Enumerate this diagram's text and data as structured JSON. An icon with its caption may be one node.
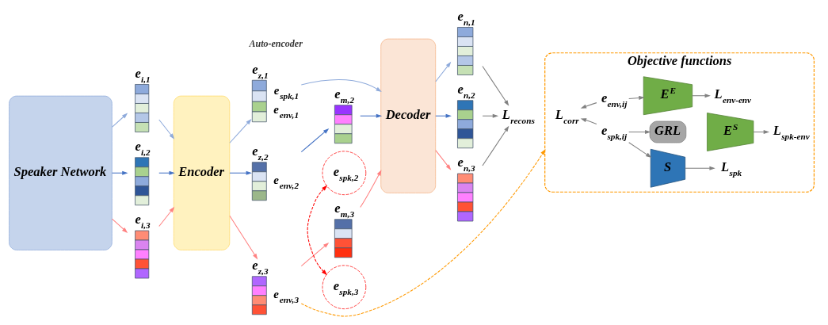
{
  "diagram": {
    "nodes": [
      {
        "text": [
          "Speaker Network"
        ]
      },
      {
        "text": [
          "e$_{i,1}$"
        ]
      },
      {
        "text": [
          "e$_{i,2}$"
        ]
      },
      {
        "text": [
          "e$_{i,3}$"
        ]
      },
      {
        "text": [
          "Encoder"
        ]
      },
      {
        "text": [
          "e$_{z,1}$"
        ],
        "beside": [
          "e$_{spk,1}$",
          "e$_{env,1}$"
        ]
      },
      {
        "text": [
          "e$_{z,2}$"
        ],
        "beside": [
          "e$_{env,2}$"
        ]
      },
      {
        "text": [
          "e$_{z,3}$"
        ],
        "beside": [
          "e$_{env,3}$"
        ]
      },
      {
        "text": [
          "e$_{spk,2}$"
        ]
      },
      {
        "text": [
          "e$_{spk,3}$"
        ]
      },
      {
        "text": [
          "e$_{m,2}$"
        ]
      },
      {
        "text": [
          "e$_{m,3}$"
        ]
      },
      {
        "text": [
          "Decoder"
        ]
      },
      {
        "text": [
          "e$_{n,1}$"
        ]
      },
      {
        "text": [
          "e$_{n,2}$"
        ]
      },
      {
        "text": [
          "e$_{n,3}$"
        ]
      },
      {
        "text": [
          "L$_{recons}$"
        ]
      },
      {
        "text": [
          "Objective functions"
        ]
      },
      {
        "text": [
          "e$_{spk,ij}$"
        ],
        "in": 17
      },
      {
        "text": [
          "e$_{env,ij}$"
        ],
        "in": 17
      },
      {
        "text": [
          "L$_{corr}$"
        ],
        "in": 17
      },
      {
        "text": [
          "GRL"
        ],
        "in": 17
      },
      {
        "text": [
          "S"
        ],
        "in": 17
      },
      {
        "text": [
          "E$^{S}$"
        ],
        "in": 17
      },
      {
        "text": [
          "E$^{E}$"
        ],
        "in": 17
      },
      {
        "text": [
          "L$_{spk}$"
        ],
        "in": 17
      },
      {
        "text": [
          "L$_{spk-env}$"
        ],
        "in": 17
      },
      {
        "text": [
          "L$_{env-env}$"
        ],
        "in": 17
      }
    ],
    "edges": [
      {
        "from": 0,
        "to": 1,
        "arrow": "to",
        "color": "#8eaadb"
      },
      {
        "from": 0,
        "to": 2,
        "arrow": "to",
        "color": "#4472c4"
      },
      {
        "from": 0,
        "to": 3,
        "arrow": "to",
        "color": "#ff8080"
      },
      {
        "from": 1,
        "to": 4,
        "arrow": "to",
        "color": "#8eaadb"
      },
      {
        "from": 2,
        "to": 4,
        "arrow": "to",
        "color": "#4472c4"
      },
      {
        "from": 3,
        "to": 4,
        "arrow": "to",
        "color": "#ff8080"
      },
      {
        "from": 4,
        "to": 5,
        "arrow": "to",
        "color": "#8eaadb"
      },
      {
        "from": 4,
        "to": 6,
        "arrow": "to",
        "color": "#4472c4"
      },
      {
        "from": 4,
        "to": 7,
        "arrow": "to",
        "color": "#ff8080"
      },
      {
        "from": 8,
        "to": 9,
        "arrow": "both",
        "style": "dashed",
        "color": "#ff0000"
      },
      {
        "from": 5,
        "to": 12,
        "arrow": "to",
        "color": "#8eaadb"
      },
      {
        "from": 6,
        "to": 10,
        "arrow": "to",
        "color": "#4472c4"
      },
      {
        "from": 10,
        "to": 12,
        "arrow": "to",
        "color": "#4472c4"
      },
      {
        "from": 7,
        "to": 11,
        "arrow": "to",
        "color": "#ff8080"
      },
      {
        "from": 11,
        "to": 12,
        "arrow": "to",
        "color": "#ff8080"
      },
      {
        "from": 12,
        "to": 13,
        "arrow": "to",
        "color": "#8eaadb"
      },
      {
        "from": 12,
        "to": 14,
        "arrow": "to",
        "color": "#4472c4"
      },
      {
        "from": 12,
        "to": 15,
        "arrow": "to",
        "color": "#ff8080"
      },
      {
        "from": 13,
        "to": 16,
        "arrow": "to",
        "color": "#808080"
      },
      {
        "from": 14,
        "to": 16,
        "arrow": "to",
        "color": "#808080"
      },
      {
        "from": 15,
        "to": 16,
        "arrow": "to",
        "color": "#808080"
      },
      {
        "from": 7,
        "to": 17,
        "arrow": "to",
        "style": "dashed",
        "color": "#ff9900"
      },
      {
        "from": 18,
        "to": 22,
        "arrow": "to",
        "color": "#808080"
      },
      {
        "from": 18,
        "to": 21,
        "arrow": "to",
        "color": "#808080"
      },
      {
        "from": 18,
        "to": 20,
        "arrow": "to",
        "color": "#808080"
      },
      {
        "from": 19,
        "to": 20,
        "arrow": "to",
        "color": "#808080"
      },
      {
        "from": 19,
        "to": 24,
        "arrow": "to",
        "color": "#808080"
      },
      {
        "from": 22,
        "to": 25,
        "arrow": "to",
        "color": "#808080"
      },
      {
        "from": 23,
        "to": 26,
        "arrow": "to",
        "color": "#808080"
      },
      {
        "from": 24,
        "to": 27,
        "arrow": "to",
        "color": "#808080"
      }
    ],
    "labels": [
      "Auto-encoder"
    ]
  }
}
